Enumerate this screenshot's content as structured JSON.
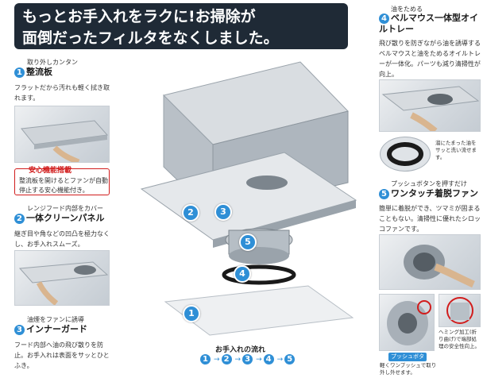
{
  "headline": {
    "line1": "もっとお手入れをラクに!お掃除が",
    "line2": "面倒だったフィルタをなくしました。"
  },
  "features": [
    {
      "number": "1",
      "sub": "取り外しカンタン",
      "title": "整流板",
      "desc": "フラットだから汚れも軽く拭き取れます。"
    },
    {
      "number": "2",
      "sub": "レンジフード内部をカバー",
      "title": "一体クリーンパネル",
      "desc": "継ぎ目や角などの凹凸を極力なくし、お手入れスムーズ。"
    },
    {
      "number": "3",
      "sub": "油煙をファンに誘導",
      "title": "インナーガード",
      "desc": "フード内部へ油の飛び散りを防止。お手入れは表面をサッとひとふき。"
    },
    {
      "number": "4",
      "sub": "油をためる",
      "title": "ベルマウス一体型オイルトレー",
      "desc": "飛び散りを防ぎながら油を誘導するベルマウスと油をためるオイルトレーが一体化。パーツも減り清掃性が向上。"
    },
    {
      "number": "5",
      "sub": "プッシュボタンを押すだけ",
      "title": "ワンタッチ着脱ファン",
      "desc": "簡単に着脱ができ、ツマミが固まることもない。清掃性に優れたシロッコファンです。"
    }
  ],
  "safety": {
    "badge": "安心機能搭載",
    "text": "整流板を開けるとファンが自動停止する安心機能付き。"
  },
  "captions": {
    "oil_tray": "溜にたまった油をサッと洗い流せます。",
    "push_button": "プッシュボタン",
    "push_note": "軽くワンプッシュで取り外し外せます。",
    "hemming": "ヘミング加工(折り曲げ)で端部処理の安全性向上。"
  },
  "flow": {
    "title": "お手入れの流れ",
    "steps": [
      "1",
      "2",
      "3",
      "4",
      "5"
    ]
  },
  "colors": {
    "accent": "#2f8fd6",
    "warning": "#d11d1d",
    "headline_bg": "#1f2a36"
  }
}
